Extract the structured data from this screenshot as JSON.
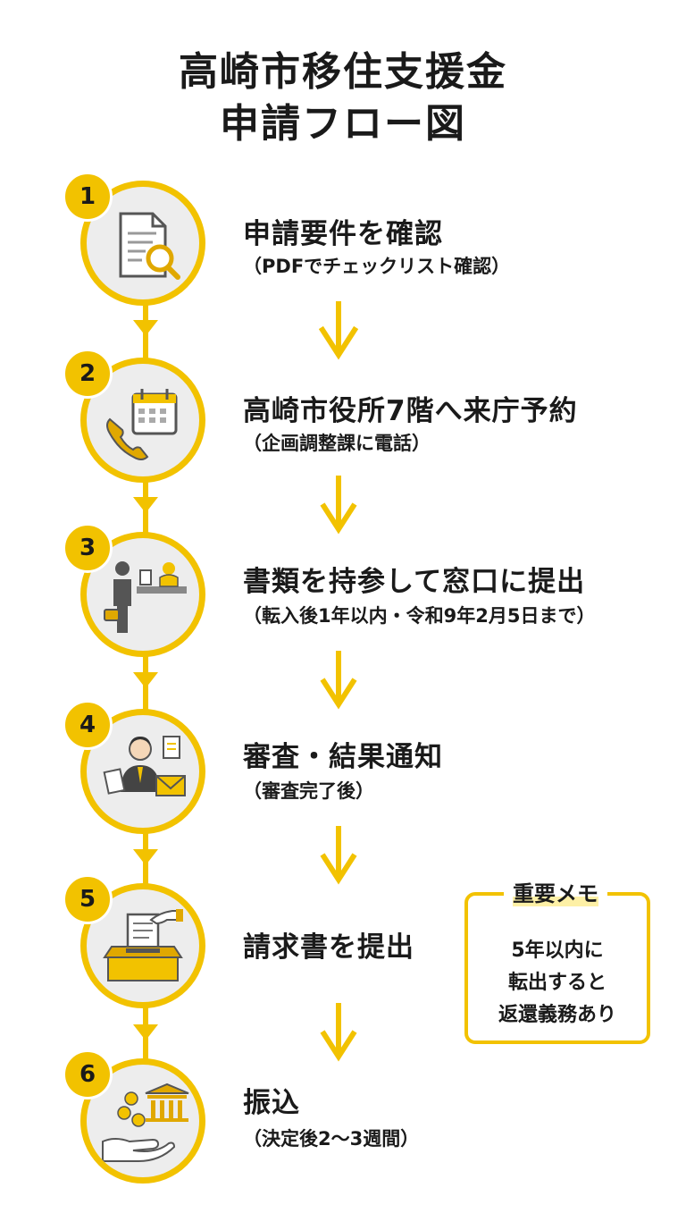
{
  "title": {
    "line1": "高崎市移住支援金",
    "line2": "申請フロー図"
  },
  "colors": {
    "accent": "#F2C200",
    "circle_bg": "#EDEDED",
    "text": "#1a1a1a"
  },
  "steps": [
    {
      "number": "1",
      "heading": "申請要件を確認",
      "sub": "（PDFでチェックリスト確認）",
      "icon": "document-search-icon"
    },
    {
      "number": "2",
      "heading": "高崎市役所7階へ来庁予約",
      "sub": "（企画調整課に電話）",
      "icon": "calendar-phone-icon"
    },
    {
      "number": "3",
      "heading": "書類を持参して窓口に提出",
      "sub": "（転入後1年以内・令和9年2月5日まで）",
      "icon": "counter-submission-icon"
    },
    {
      "number": "4",
      "heading": "審査・結果通知",
      "sub": "（審査完了後）",
      "icon": "reviewer-mail-icon"
    },
    {
      "number": "5",
      "heading": "請求書を提出",
      "sub": "",
      "icon": "ballot-box-icon"
    },
    {
      "number": "6",
      "heading": "振込",
      "sub": "（決定後2〜3週間）",
      "icon": "bank-coins-icon"
    }
  ],
  "memo": {
    "title": "重要メモ",
    "lines": [
      "5年以内に",
      "転出すると",
      "返還義務あり"
    ]
  }
}
